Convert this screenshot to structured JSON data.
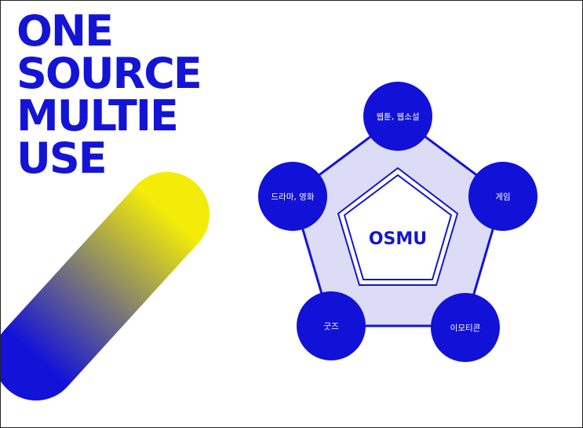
{
  "headline": [
    "ONE",
    "SOURCE",
    "MULTIE",
    "USE"
  ],
  "center_label": "OSMU",
  "nodes": [
    "웹툰, 웹소설",
    "게임",
    "이모티콘",
    "굿즈",
    "드라마, 영화"
  ],
  "colors": {
    "primary": "#1414d6",
    "pentagon_fill": "#dcdcf6",
    "gradient_start": "#f2ec08",
    "gradient_end": "#1212d8",
    "node_text": "#ffffff"
  }
}
